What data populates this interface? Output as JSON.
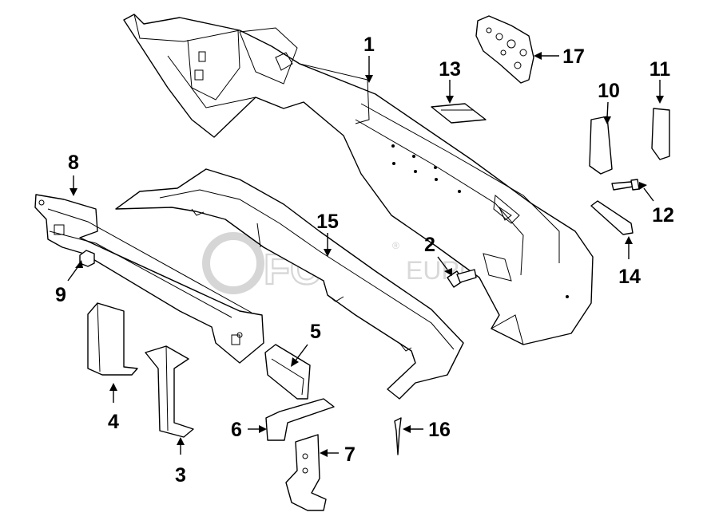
{
  "watermark": {
    "brand": "FCP",
    "suffix": "EURO",
    "mark": "®"
  },
  "callouts": [
    "1",
    "2",
    "3",
    "4",
    "5",
    "6",
    "7",
    "8",
    "9",
    "10",
    "11",
    "12",
    "13",
    "14",
    "15",
    "16",
    "17"
  ]
}
